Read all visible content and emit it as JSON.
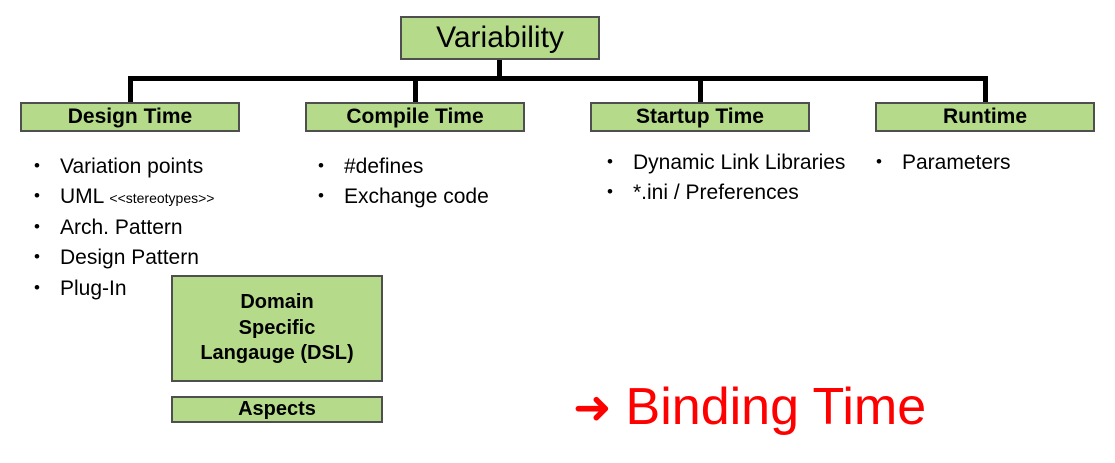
{
  "diagram": {
    "root": {
      "label": "Variability"
    },
    "categories": [
      {
        "id": "design",
        "label": "Design Time"
      },
      {
        "id": "compile",
        "label": "Compile Time"
      },
      {
        "id": "startup",
        "label": "Startup Time"
      },
      {
        "id": "runtime",
        "label": "Runtime"
      }
    ],
    "lists": {
      "design": {
        "items": [
          {
            "text": "Variation points",
            "tag": ""
          },
          {
            "text": "UML ",
            "tag": "<<stereotypes>>"
          },
          {
            "text": "Arch. Pattern",
            "tag": ""
          },
          {
            "text": "Design Pattern",
            "tag": ""
          },
          {
            "text": "Plug-In",
            "tag": ""
          }
        ]
      },
      "compile": {
        "items": [
          {
            "text": "#defines",
            "tag": ""
          },
          {
            "text": "Exchange code",
            "tag": ""
          }
        ]
      },
      "startup": {
        "items": [
          {
            "text": "Dynamic Link Libraries",
            "tag": ""
          },
          {
            "text": "*.ini / Preferences",
            "tag": ""
          }
        ]
      },
      "runtime": {
        "items": [
          {
            "text": "Parameters",
            "tag": ""
          }
        ]
      }
    },
    "side_boxes": {
      "dsl": {
        "line1": "Domain",
        "line2": "Specific",
        "line3": "Langauge (DSL)"
      },
      "aspects": {
        "label": "Aspects"
      }
    },
    "callout": {
      "arrow_icon": "right-arrow-icon",
      "arrow_glyph": "➜",
      "label": "Binding Time",
      "color": "#fe0000"
    },
    "bullet_glyph": "•",
    "colors": {
      "box_fill": "#b4da8a",
      "box_border": "#4f4f4f",
      "connector": "#000000",
      "text": "#000000",
      "accent": "#fe0000"
    }
  }
}
